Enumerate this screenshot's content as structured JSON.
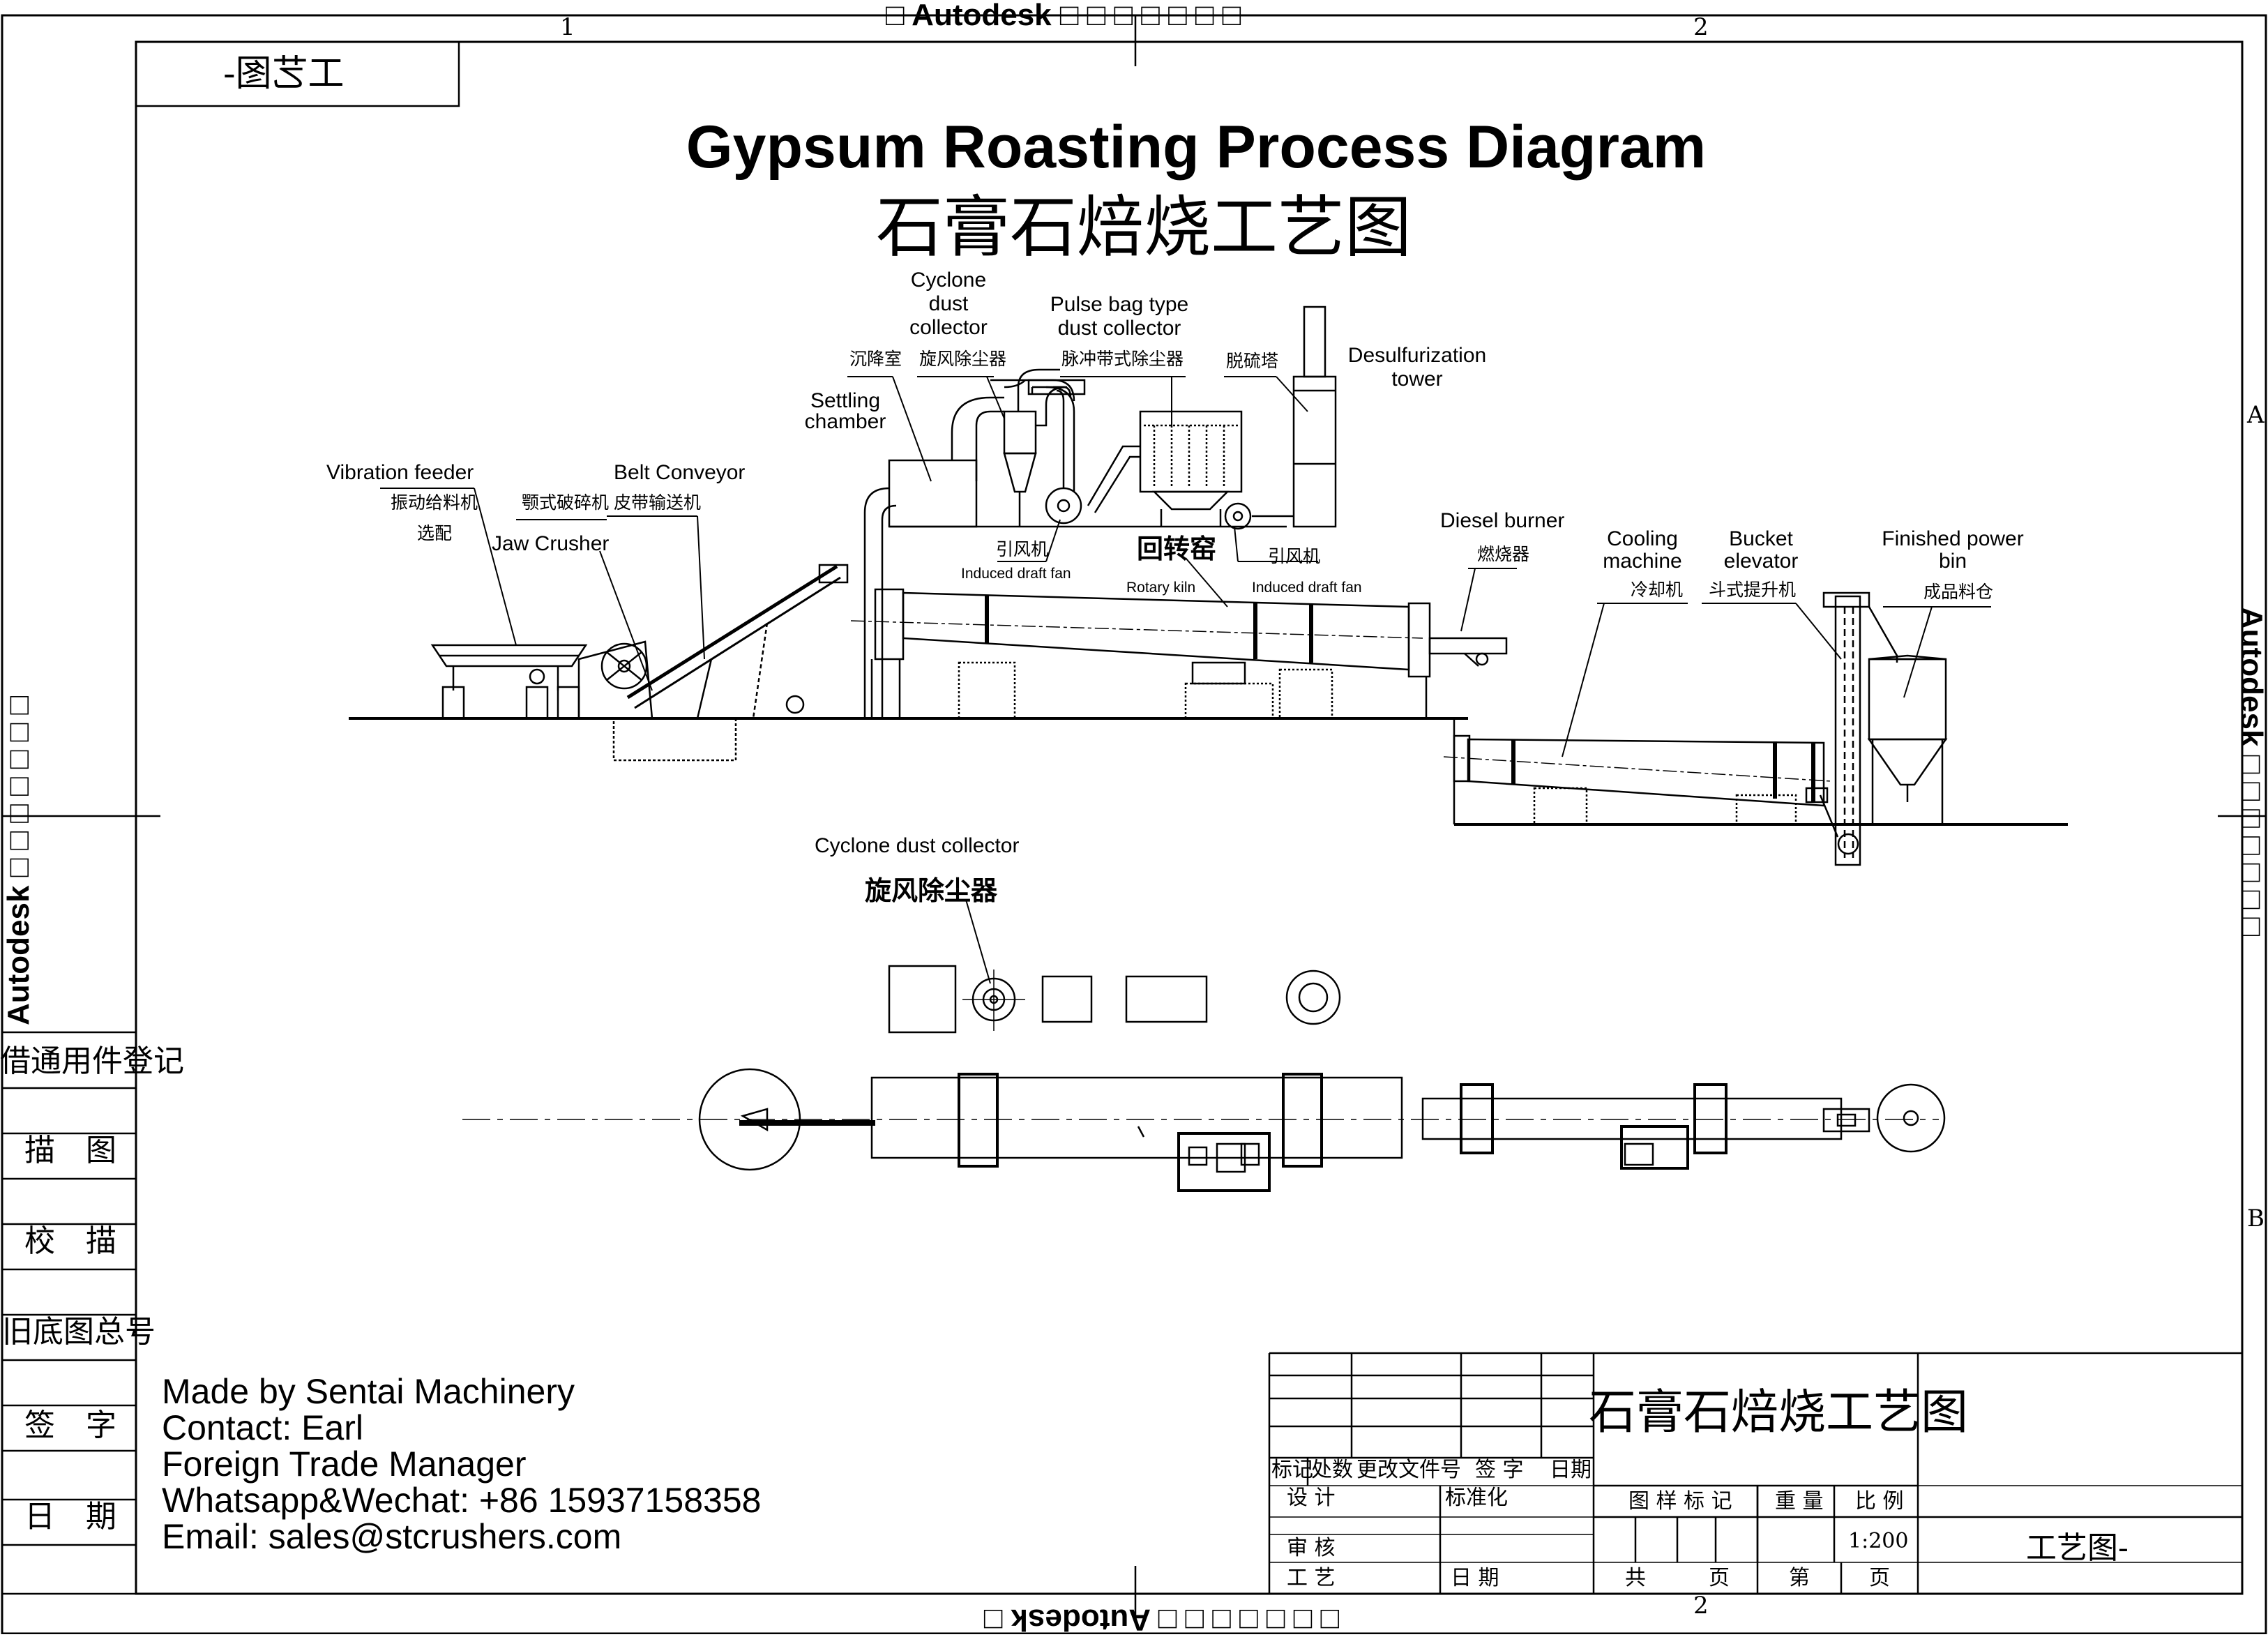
{
  "frame": {
    "wm_top": "□ Autodesk □ □ □ □ □ □ □",
    "wm_bottom": "□ □ □ □ □ □ □ Autodesk □",
    "wm_left": "Autodesk □ □ □ □ □ □ □",
    "wm_right": "Autodesk □ □ □ □ □ □ □",
    "col1": "1",
    "col2": "2",
    "col2b": "2",
    "rowA": "A",
    "rowB": "B",
    "corner_stamp": "工艺图-"
  },
  "title": {
    "en": "Gypsum Roasting Process Diagram",
    "cn": "石膏石焙烧工艺图"
  },
  "labels": {
    "cyclone_en": "Cyclone\ndust\ncollector",
    "cyclone_cn": "旋风除尘器",
    "settling_cn": "沉降室",
    "settling_en": "Settling\nchamber",
    "pulse_en": "Pulse bag type\ndust collector",
    "pulse_cn": "脉冲带式除尘器",
    "desulf_cn": "脱硫塔",
    "desulf_en": "Desulfurization\ntower",
    "vib_en": "Vibration feeder",
    "vib_cn": "振动给料机",
    "vib_cn2": "选配",
    "jaw_cn": "颚式破碎机",
    "jaw_en": "Jaw Crusher",
    "belt_en": "Belt Conveyor",
    "belt_cn": "皮带输送机",
    "fan1_cn": "引风机",
    "fan1_en": "Induced draft fan",
    "kiln_cn": "回转窑",
    "kiln_en": "Rotary kiln",
    "fan2_cn": "引风机",
    "fan2_en": "Induced draft fan",
    "burner_en": "Diesel burner",
    "burner_cn": "燃烧器",
    "cool_en": "Cooling\nmachine",
    "cool_cn": "冷却机",
    "bucket_en": "Bucket\nelevator",
    "bucket_cn": "斗式提升机",
    "bin_en": "Finished power\nbin",
    "bin_cn": "成品料仓",
    "plan_cyclone_en": "Cyclone dust collector",
    "plan_cyclone_cn": "旋风除尘器"
  },
  "left_table": {
    "rows": [
      "借通用件登记",
      "描　图",
      "校　描",
      "旧底图总号",
      "签　字",
      "日　期"
    ]
  },
  "contact": {
    "line1": "Made by Sentai Machinery",
    "line2": "Contact: Earl",
    "line3": "Foreign Trade Manager",
    "line4": "Whatsapp&Wechat: +86 15937158358",
    "line5": "Email: sales@stcrushers.com"
  },
  "title_block": {
    "drawing_name": "石膏石焙烧工艺图",
    "h_mark": "标记",
    "h_count": "处数",
    "h_docno": "更改文件号",
    "h_sign": "签 字",
    "h_date": "日期",
    "design": "设 计",
    "standard": "标准化",
    "review": "审 核",
    "process": "工 艺",
    "date2": "日 期",
    "pattern_mark": "图 样 标 记",
    "weight": "重 量",
    "scale": "比 例",
    "scale_val": "1:200",
    "total": "共",
    "page": "页",
    "no": "第",
    "page2": "页",
    "sheet_code": "工艺图-"
  }
}
